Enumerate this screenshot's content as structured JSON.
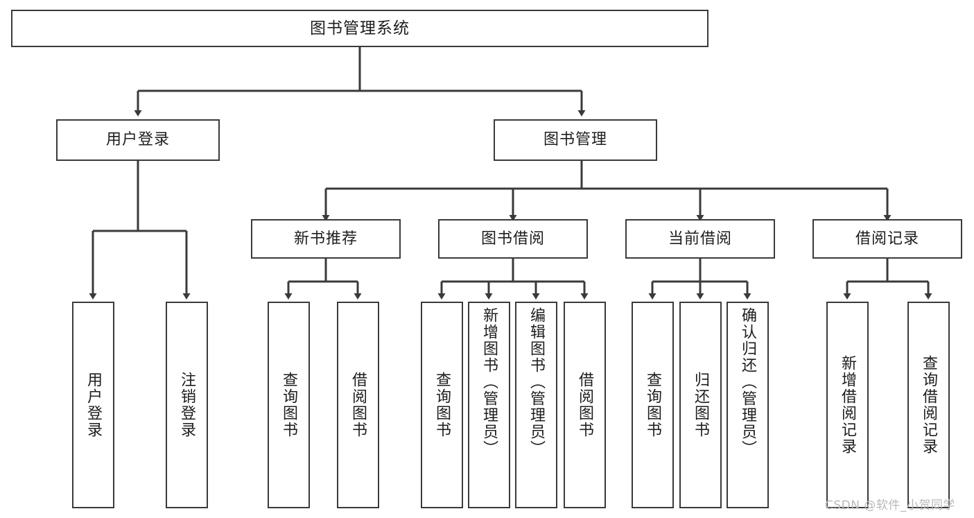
{
  "diagram": {
    "title": "图书管理系统",
    "type": "hierarchy-tree",
    "levels": [
      {
        "level": 1,
        "nodes": [
          {
            "id": "root",
            "label": "图书管理系统",
            "orientation": "horizontal"
          }
        ]
      },
      {
        "level": 2,
        "nodes": [
          {
            "id": "user-login",
            "label": "用户登录",
            "orientation": "horizontal"
          },
          {
            "id": "book-manage",
            "label": "图书管理",
            "orientation": "horizontal"
          }
        ]
      },
      {
        "level": 3,
        "nodes": [
          {
            "id": "new-book-recommend",
            "label": "新书推荐",
            "orientation": "horizontal"
          },
          {
            "id": "book-borrow",
            "label": "图书借阅",
            "orientation": "horizontal"
          },
          {
            "id": "current-borrow",
            "label": "当前借阅",
            "orientation": "horizontal"
          },
          {
            "id": "borrow-record",
            "label": "借阅记录",
            "orientation": "horizontal"
          }
        ]
      },
      {
        "level": 4,
        "nodes": [
          {
            "id": "leaf-user-login",
            "label": "用户登录",
            "orientation": "vertical",
            "parent": "user-login"
          },
          {
            "id": "leaf-logout",
            "label": "注销登录",
            "orientation": "vertical",
            "parent": "user-login"
          },
          {
            "id": "leaf-query-book-1",
            "label": "查询图书",
            "orientation": "vertical",
            "parent": "new-book-recommend"
          },
          {
            "id": "leaf-borrow-book-1",
            "label": "借阅图书",
            "orientation": "vertical",
            "parent": "new-book-recommend"
          },
          {
            "id": "leaf-query-book-2",
            "label": "查询图书",
            "orientation": "vertical",
            "parent": "book-borrow"
          },
          {
            "id": "leaf-add-book",
            "label": "新增图书（管理员）",
            "orientation": "vertical",
            "parent": "book-borrow"
          },
          {
            "id": "leaf-edit-book",
            "label": "编辑图书（管理员）",
            "orientation": "vertical",
            "parent": "book-borrow"
          },
          {
            "id": "leaf-borrow-book-2",
            "label": "借阅图书",
            "orientation": "vertical",
            "parent": "book-borrow"
          },
          {
            "id": "leaf-query-book-3",
            "label": "查询图书",
            "orientation": "vertical",
            "parent": "current-borrow"
          },
          {
            "id": "leaf-return-book",
            "label": "归还图书",
            "orientation": "vertical",
            "parent": "current-borrow"
          },
          {
            "id": "leaf-confirm-return",
            "label": "确认归还（管理员）",
            "orientation": "vertical",
            "parent": "current-borrow"
          },
          {
            "id": "leaf-add-record",
            "label": "新增借阅记录",
            "orientation": "vertical",
            "parent": "borrow-record"
          },
          {
            "id": "leaf-query-record",
            "label": "查询借阅记录",
            "orientation": "vertical",
            "parent": "borrow-record"
          }
        ]
      }
    ],
    "colors": {
      "background": "#ffffff",
      "box_border": "#3a3a3a",
      "box_fill": "#ffffff",
      "text": "#1d1d1d",
      "connector": "#3a3a3a",
      "watermark": "#b9b9b9"
    }
  },
  "watermark": {
    "text": "CSDN @软件_小贺同学"
  }
}
